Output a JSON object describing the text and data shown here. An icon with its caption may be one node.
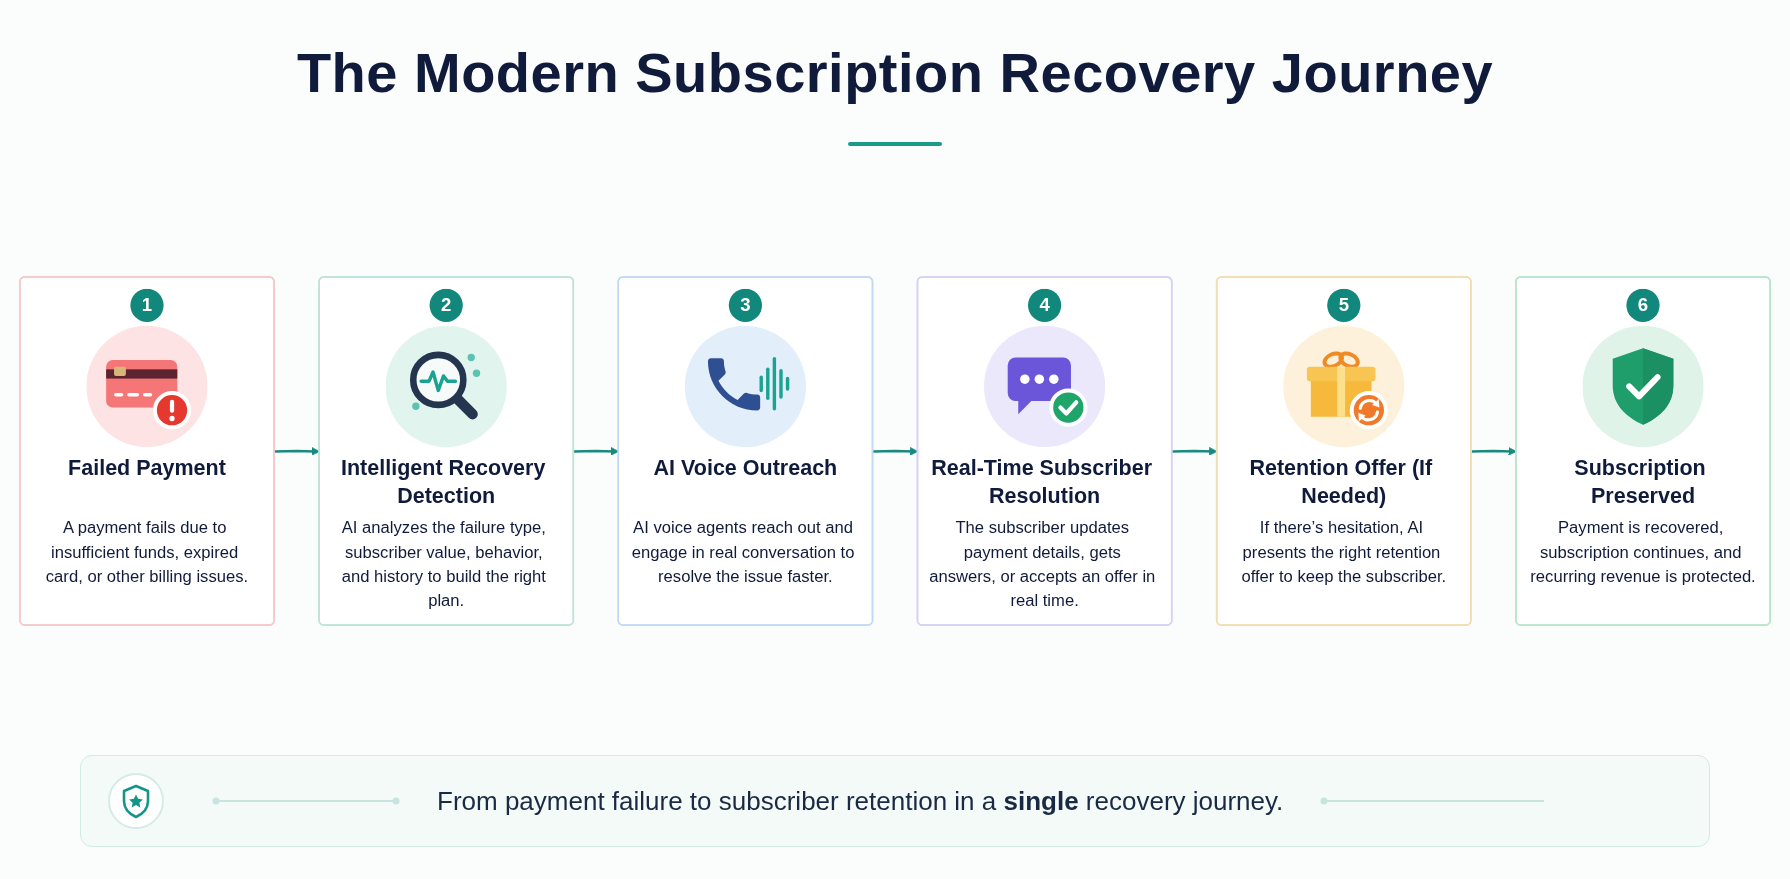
{
  "diagram": {
    "title": "The Modern Subscription Recovery Journey",
    "caption": "From payment failure to subscriber retention in a **single** recovery journey.",
    "nodes": [
      {
        "text": [
          "1",
          "Failed Payment",
          "A payment fails due to insufficient funds, expired card, or other billing issues."
        ]
      },
      {
        "text": [
          "2",
          "Intelligent Recovery Detection",
          "AI analyzes the failure type, subscriber value, behavior, and history to build the right plan."
        ]
      },
      {
        "text": [
          "3",
          "AI Voice Outreach",
          "AI voice agents reach out and engage in real conversation to resolve the issue faster."
        ]
      },
      {
        "text": [
          "4",
          "Real-Time Subscriber Resolution",
          "The subscriber updates payment details, gets answers, or accepts an offer in real time."
        ]
      },
      {
        "text": [
          "5",
          "Retention Offer (If Needed)",
          "If there’s hesitation, AI presents the right retention offer to keep the subscriber."
        ]
      },
      {
        "text": [
          "6",
          "Subscription Preserved",
          "Payment is recovered, subscription continues, and recurring revenue is protected."
        ]
      }
    ],
    "edges": [
      {
        "from": 0,
        "to": 1,
        "arrow": "to"
      },
      {
        "from": 1,
        "to": 2,
        "arrow": "to"
      },
      {
        "from": 2,
        "to": 3,
        "arrow": "to"
      },
      {
        "from": 3,
        "to": 4,
        "arrow": "to"
      },
      {
        "from": 4,
        "to": 5,
        "arrow": "to"
      }
    ]
  }
}
